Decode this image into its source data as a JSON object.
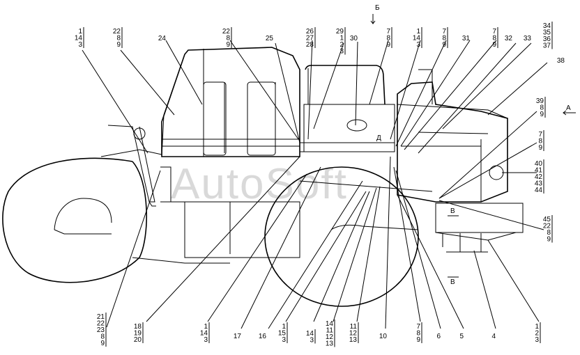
{
  "watermark": "AutoSoft",
  "view_marks": {
    "b_top": "Б",
    "a_right": "А",
    "v1": "В",
    "v2": "В",
    "d": "Д"
  },
  "callouts_top": [
    {
      "id": "c1",
      "lines": [
        "1",
        "14",
        "3"
      ]
    },
    {
      "id": "c2",
      "lines": [
        "22",
        "8",
        "9"
      ]
    },
    {
      "id": "c3",
      "lines": [
        "24"
      ]
    },
    {
      "id": "c4",
      "lines": [
        "22",
        "8",
        "9"
      ]
    },
    {
      "id": "c5",
      "lines": [
        "25"
      ]
    },
    {
      "id": "c6",
      "lines": [
        "26",
        "27",
        "28"
      ]
    },
    {
      "id": "c7",
      "lines": [
        "29",
        "1",
        "2",
        "3"
      ]
    },
    {
      "id": "c8",
      "lines": [
        "30"
      ]
    },
    {
      "id": "c9",
      "lines": [
        "7",
        "8",
        "9"
      ]
    },
    {
      "id": "c10",
      "lines": [
        "1",
        "14",
        "3"
      ]
    },
    {
      "id": "c11",
      "lines": [
        "7",
        "8",
        "9"
      ]
    },
    {
      "id": "c12",
      "lines": [
        "31"
      ]
    },
    {
      "id": "c13",
      "lines": [
        "7",
        "8",
        "9"
      ]
    },
    {
      "id": "c14",
      "lines": [
        "32"
      ]
    },
    {
      "id": "c15",
      "lines": [
        "33"
      ]
    },
    {
      "id": "c16",
      "lines": [
        "34",
        "35",
        "36",
        "37"
      ]
    },
    {
      "id": "c17",
      "lines": [
        "38"
      ]
    }
  ],
  "callouts_right": [
    {
      "id": "r1",
      "lines": [
        "39",
        "8",
        "9"
      ]
    },
    {
      "id": "r2",
      "lines": [
        "7",
        "8",
        "9"
      ]
    },
    {
      "id": "r3",
      "lines": [
        "40",
        "41",
        "42",
        "43",
        "44"
      ]
    },
    {
      "id": "r4",
      "lines": [
        "45",
        "22",
        "8",
        "9"
      ]
    }
  ],
  "callouts_bottom": [
    {
      "id": "b1",
      "lines": [
        "21",
        "22",
        "23",
        "8",
        "9"
      ]
    },
    {
      "id": "b2",
      "lines": [
        "18",
        "19",
        "20"
      ]
    },
    {
      "id": "b3",
      "lines": [
        "1",
        "14",
        "3"
      ]
    },
    {
      "id": "b4",
      "lines": [
        "17"
      ]
    },
    {
      "id": "b5",
      "lines": [
        "16"
      ]
    },
    {
      "id": "b6",
      "lines": [
        "1",
        "15",
        "3"
      ]
    },
    {
      "id": "b7",
      "lines": [
        "14",
        "3"
      ]
    },
    {
      "id": "b8",
      "lines": [
        "14",
        "11",
        "12",
        "13"
      ]
    },
    {
      "id": "b9",
      "lines": [
        "11",
        "12",
        "13"
      ]
    },
    {
      "id": "b10",
      "lines": [
        "10"
      ]
    },
    {
      "id": "b11",
      "lines": [
        "7",
        "8",
        "9"
      ]
    },
    {
      "id": "b12",
      "lines": [
        "6"
      ]
    },
    {
      "id": "b13",
      "lines": [
        "5"
      ]
    },
    {
      "id": "b14",
      "lines": [
        "4"
      ]
    },
    {
      "id": "b15",
      "lines": [
        "1",
        "2",
        "3"
      ]
    }
  ]
}
